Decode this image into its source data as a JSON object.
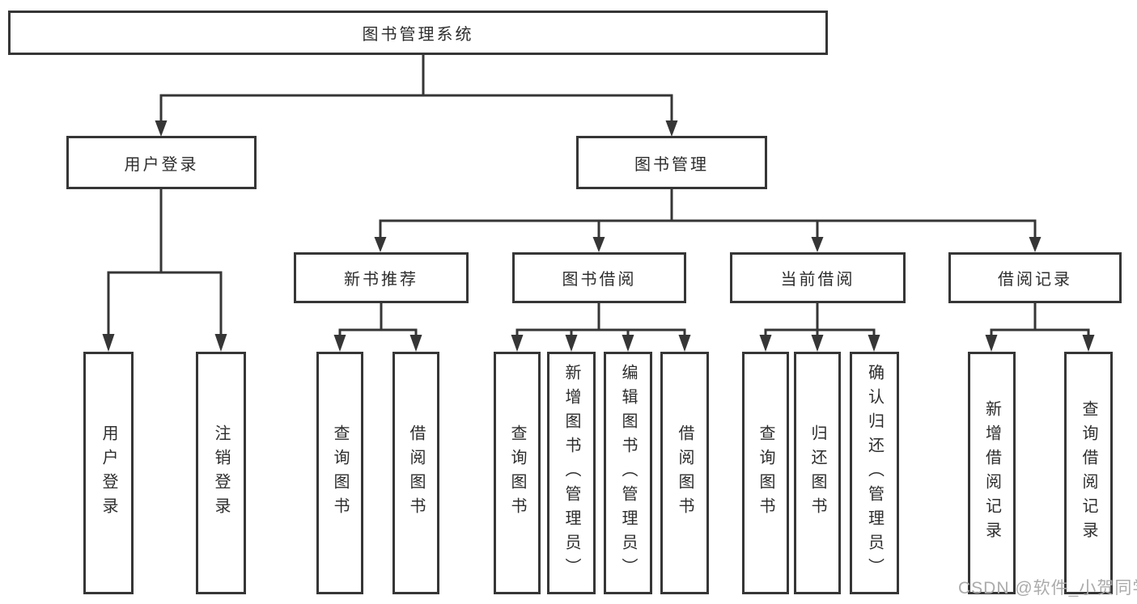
{
  "diagram": {
    "root": {
      "label": "图书管理系统"
    },
    "branches": [
      {
        "label": "用户登录",
        "children": [
          {
            "label": "用户登录"
          },
          {
            "label": "注销登录"
          }
        ]
      },
      {
        "label": "图书管理",
        "children": [
          {
            "label": "新书推荐",
            "children": [
              {
                "label": "查询图书"
              },
              {
                "label": "借阅图书"
              }
            ]
          },
          {
            "label": "图书借阅",
            "children": [
              {
                "label": "查询图书"
              },
              {
                "label": "新增图书（管理员）"
              },
              {
                "label": "编辑图书（管理员）"
              },
              {
                "label": "借阅图书"
              }
            ]
          },
          {
            "label": "当前借阅",
            "children": [
              {
                "label": "查询图书"
              },
              {
                "label": "归还图书"
              },
              {
                "label": "确认归还（管理员）"
              }
            ]
          },
          {
            "label": "借阅记录",
            "children": [
              {
                "label": "新增借阅记录"
              },
              {
                "label": "查询借阅记录"
              }
            ]
          }
        ]
      }
    ],
    "watermark": "CSDN @软件_小贺同学",
    "colors": {
      "line": "#363636",
      "text": "#2d2d2d",
      "background": "#ffffff",
      "watermark": "#ababab"
    }
  }
}
